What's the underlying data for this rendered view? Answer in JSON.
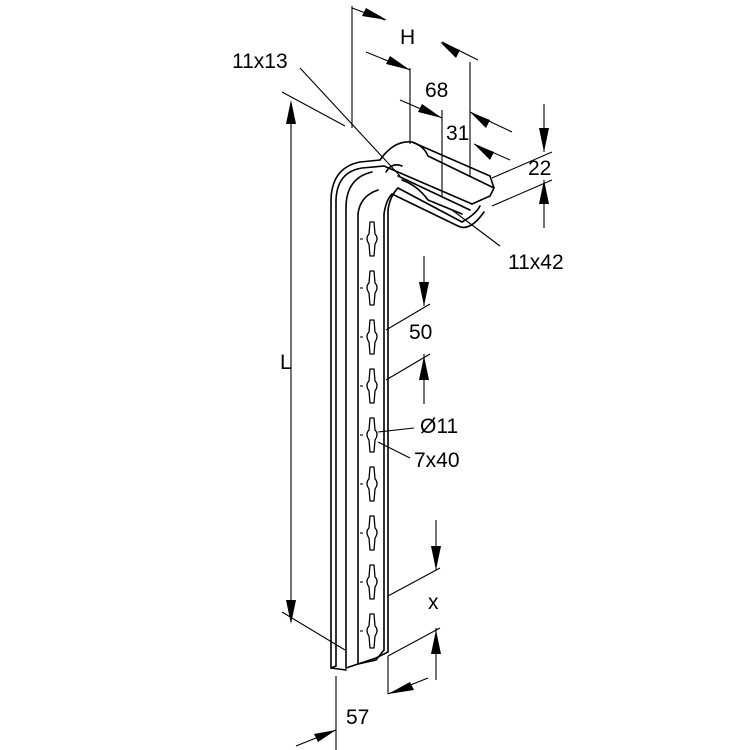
{
  "labels": {
    "hole_top": "11x13",
    "H": "H",
    "w68": "68",
    "w31": "31",
    "h22": "22",
    "slot_top": "11x42",
    "pitch": "50",
    "L": "L",
    "dia": "Ø11",
    "slot": "7x40",
    "x": "x",
    "w57": "57"
  },
  "colors": {
    "line": "#000000",
    "background": "#ffffff"
  },
  "slot_count": 9
}
